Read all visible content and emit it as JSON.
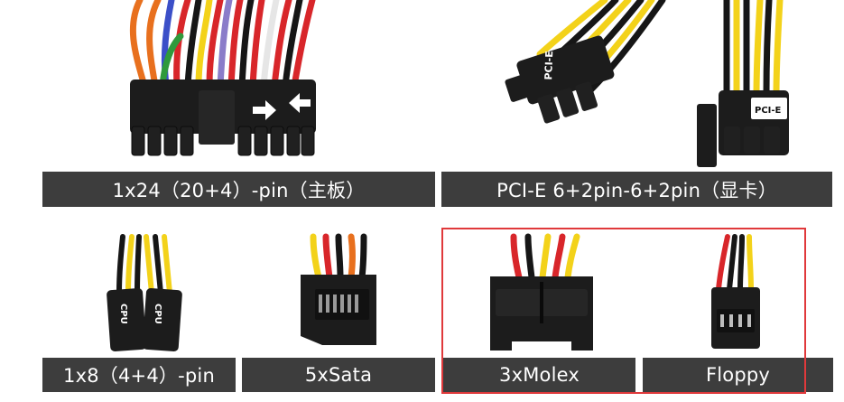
{
  "labels": {
    "atx24": "1x24（20+4）-pin（主板）",
    "pcie": "PCI-E 6+2pin-6+2pin（显卡）",
    "cpu8": "1x8（4+4）-pin",
    "sata": "5xSata",
    "molex": "3xMolex",
    "floppy": "Floppy"
  },
  "connector_marks": {
    "pcie": "PCI-E",
    "cpu": "CPU"
  },
  "colors": {
    "label_bg": "#3d3d3d",
    "label_text": "#ffffff",
    "highlight_border": "#e0393b",
    "connector_black": "#1c1c1c",
    "wire_yellow": "#f3d21a",
    "wire_red": "#d8262a",
    "wire_black": "#161616"
  }
}
